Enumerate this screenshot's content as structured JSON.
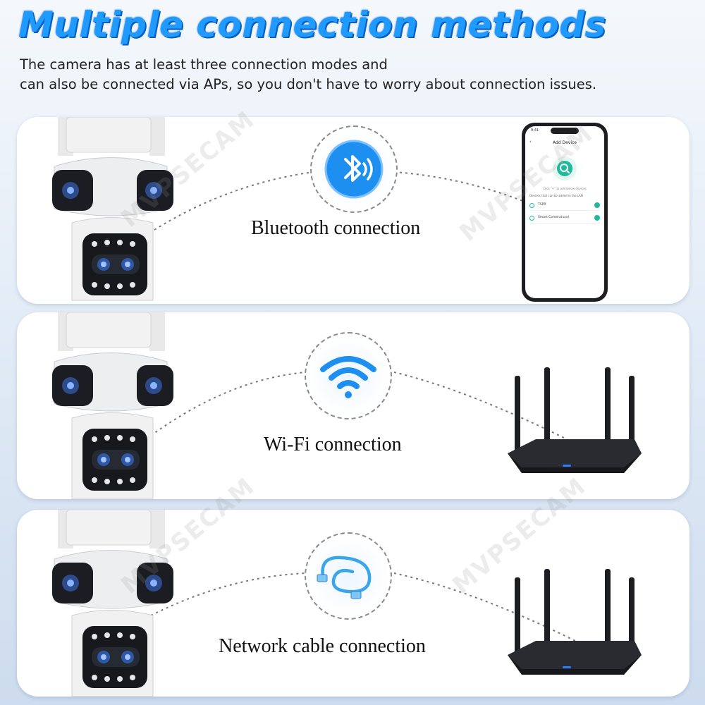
{
  "header": {
    "title": "Multiple connection methods",
    "subtitle_line1": "The camera has at least three connection modes and",
    "subtitle_line2": "can also be connected via APs, so you don't have to worry about connection issues."
  },
  "watermark": "MVPSECAM",
  "panels": [
    {
      "label": "Bluetooth connection",
      "icon": "bluetooth-icon",
      "device": "smartphone"
    },
    {
      "label": "Wi-Fi connection",
      "icon": "wifi-icon",
      "device": "router"
    },
    {
      "label": "Network cable connection",
      "icon": "ethernet-cable-icon",
      "device": "router"
    }
  ],
  "phone": {
    "time": "9:41",
    "screen_title": "Add Device",
    "hint": "Click \"+\" to add below devices",
    "section_label": "Devices that can be added in the LAN",
    "device1": "TSPR",
    "device2": "Smart Camera(xxx)"
  },
  "colors": {
    "title_blue": "#1f9bff",
    "accent_teal": "#1fb99b",
    "bluetooth_blue": "#1c8ff0"
  }
}
